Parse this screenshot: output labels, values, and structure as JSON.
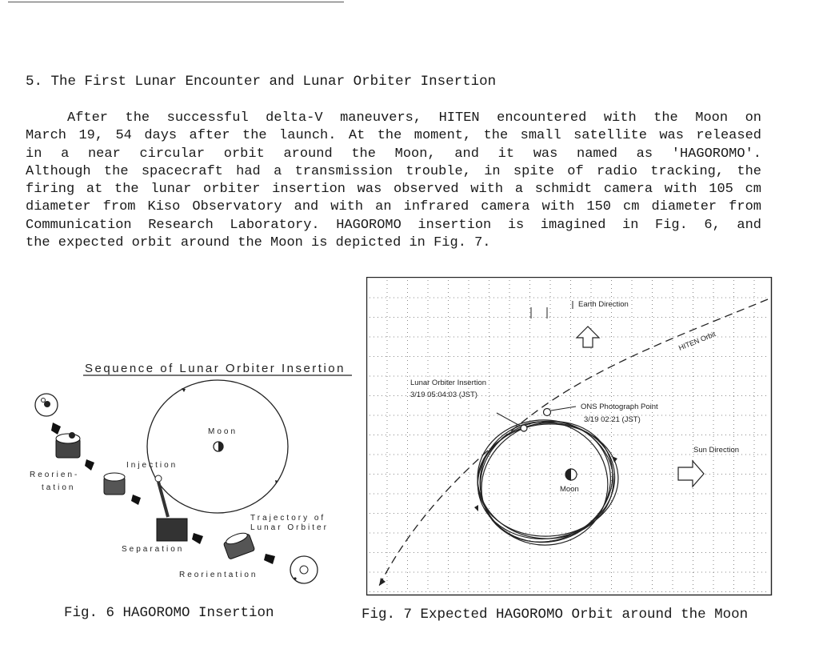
{
  "section": {
    "heading": "5. The First Lunar Encounter and Lunar Orbiter Insertion"
  },
  "paragraph": [
    "After the successful delta-V maneuvers, HITEN encountered with the Moon on",
    "March 19, 54 days after the launch. At the moment, the small satellite was released",
    "in a near circular orbit around the Moon, and it was named as 'HAGOROMO'.",
    "Although the spacecraft had a transmission trouble, in spite of radio tracking, the",
    "firing at the lunar orbiter insertion was observed with a schmidt camera with 105 cm",
    "diameter from Kiso Observatory and with an infrared camera with 150 cm diameter from",
    "Communication Research Laboratory. HAGOROMO insertion is imagined in Fig. 6, and",
    "the expected orbit around the Moon is depicted in Fig. 7."
  ],
  "fig6": {
    "title": "Sequence of Lunar Orbiter Insertion",
    "moon": "Moon",
    "injection": "Injection",
    "reorientation_1a": "Reorien-",
    "reorientation_1b": "tation",
    "trajectory_1": "Trajectory of",
    "trajectory_2": "Lunar Orbiter",
    "separation": "Separation",
    "reorientation_2": "Reorientation",
    "caption": "Fig. 6 HAGOROMO Insertion"
  },
  "fig7": {
    "earth_direction": "Earth Direction",
    "hiten_orbit": "HITEN Orbit",
    "loi_label": "Lunar Orbiter Insertion",
    "loi_time": "3/19 05:04:03 (JST)",
    "ons_label": "ONS Photograph Point",
    "ons_time": "3/19 02:21 (JST)",
    "sun_direction": "Sun Direction",
    "moon": "Moon",
    "caption": "Fig. 7 Expected HAGOROMO Orbit around the Moon"
  }
}
